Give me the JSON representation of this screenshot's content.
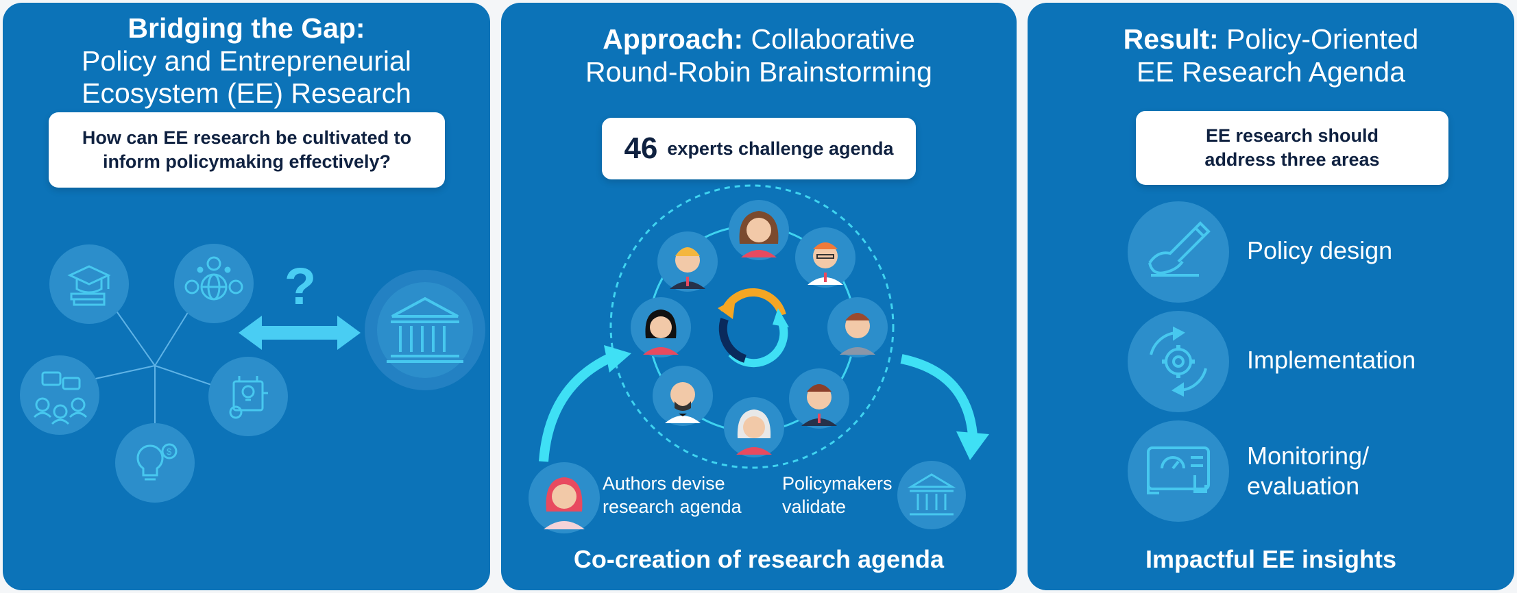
{
  "panel1": {
    "title_l1": "Bridging the Gap:",
    "title_l2": "Policy and Entrepreneurial",
    "title_l3": "Ecosystem (EE) Research",
    "question_l1": "How can EE research be cultivated to",
    "question_l2": "inform policymaking effectively?",
    "question_mark": "?"
  },
  "panel2": {
    "title_bold": "Approach:",
    "title_rest": " Collaborative",
    "title_l2": "Round-Robin Brainstorming",
    "experts_count": "46",
    "experts_text": "experts challenge agenda",
    "authors_l1": "Authors devise",
    "authors_l2": "research agenda",
    "policymakers_l1": "Policymakers",
    "policymakers_l2": "validate",
    "bottom": "Co-creation of research agenda"
  },
  "panel3": {
    "title_bold": "Result:",
    "title_rest": " Policy-Oriented",
    "title_l2": "EE Research Agenda",
    "box_l1": "EE research should",
    "box_l2": "address three areas",
    "area1": "Policy design",
    "area2": "Implementation",
    "area3_l1": "Monitoring/",
    "area3_l2": "evaluation",
    "bottom": "Impactful EE insights"
  },
  "colors": {
    "panel": "#0c73b8",
    "cyan": "#3fe0f5",
    "circle": "#2c8ecb",
    "dark_text": "#0f2140",
    "orange": "#f5a623"
  }
}
